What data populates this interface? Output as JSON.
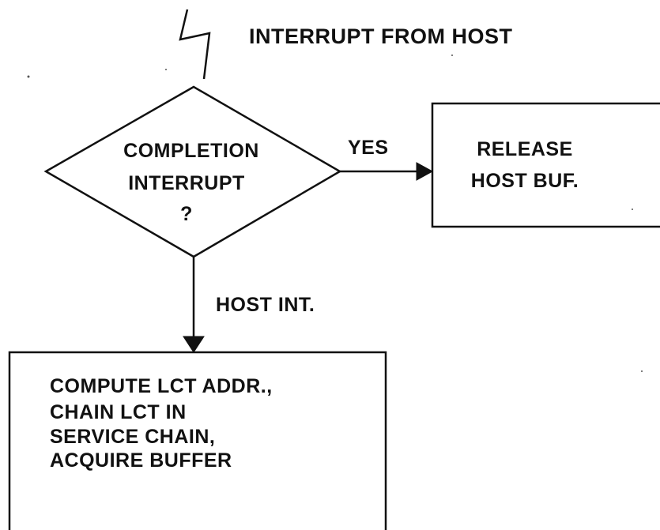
{
  "interrupt": {
    "label": "INTERRUPT FROM HOST",
    "icon": "lightning-bolt-icon"
  },
  "decision": {
    "lines": [
      "COMPLETION",
      "INTERRUPT",
      "?"
    ]
  },
  "edges": {
    "yes_label": "YES",
    "host_int_label": "HOST INT."
  },
  "release_box": {
    "lines": [
      "RELEASE",
      "HOST BUF."
    ]
  },
  "compute_box": {
    "lines": [
      "COMPUTE LCT ADDR.,",
      "CHAIN LCT IN",
      "SERVICE CHAIN,",
      "ACQUIRE BUFFER"
    ]
  }
}
